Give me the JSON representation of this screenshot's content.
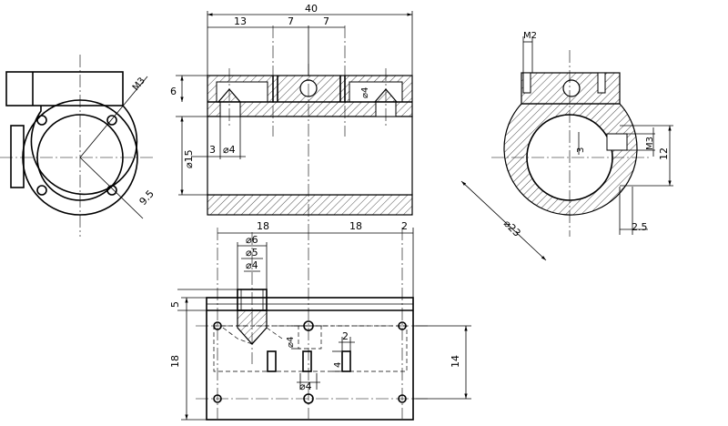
{
  "dims": {
    "front_overall": "40",
    "front_13": "13",
    "front_7a": "7",
    "front_7b": "7",
    "front_6": "6",
    "front_dia15": "⌀15",
    "front_3": "3",
    "front_dia4a": "⌀4",
    "front_dia4b": "⌀4",
    "left_m3": "M3",
    "left_r95": "9.5",
    "right_m2": "M2",
    "right_dia23": "⌀23",
    "right_3": "3",
    "right_m3": "M3",
    "right_12": "12",
    "right_25": "2.5",
    "top_18a": "18",
    "top_18b": "18",
    "top_2a": "2",
    "top_dia6": "⌀6",
    "top_dia5": "⌀5",
    "top_dia4a": "⌀4",
    "top_5": "5",
    "top_18v": "18",
    "top_dia4b": "⌀4",
    "top_2b": "2",
    "top_4": "4",
    "top_14": "14",
    "top_dia4c": "⌀4"
  }
}
